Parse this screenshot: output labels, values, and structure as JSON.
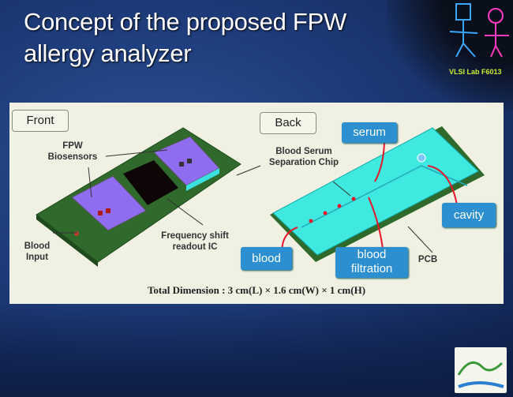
{
  "slide": {
    "title_line1": "Concept of the proposed FPW",
    "title_line2": "allergy analyzer",
    "lab_label": "VLSI Lab F6013"
  },
  "figure": {
    "front_label": "Front",
    "back_label": "Back",
    "fpw_biosensors_line1": "FPW",
    "fpw_biosensors_line2": "Biosensors",
    "blood_input_line1": "Blood",
    "blood_input_line2": "Input",
    "readout_line1": "Frequency shift",
    "readout_line2": "readout IC",
    "separation_line1": "Blood Serum",
    "separation_line2": "Separation Chip",
    "pcb": "PCB",
    "tags": {
      "serum": "serum",
      "cavity": "cavity",
      "blood": "blood",
      "blood_filtration_line1": "blood",
      "blood_filtration_line2": "filtration"
    },
    "dimension": "Total Dimension : 3 cm(L) × 1.6 cm(W) × 1 cm(H)"
  },
  "colors": {
    "tag": "#2b8fd0",
    "board": "#2f6a2c",
    "sensor": "#8f6cf0",
    "chip": "#38e0d0",
    "arrow": "#e8162a"
  }
}
